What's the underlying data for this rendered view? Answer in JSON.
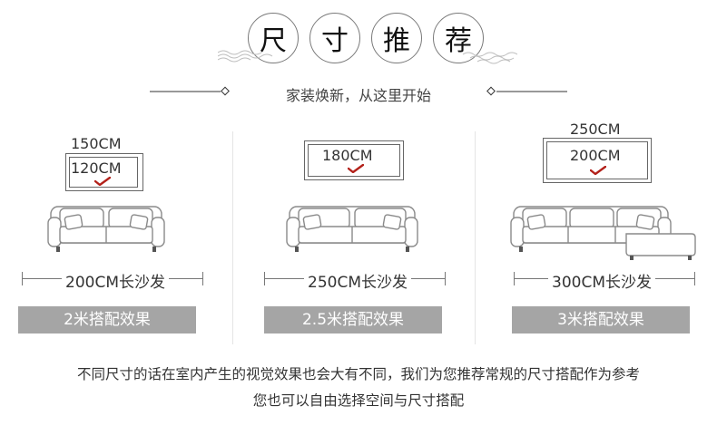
{
  "header": {
    "title_chars": [
      "尺",
      "寸",
      "推",
      "荐"
    ],
    "subtitle": "家装焕新，从这里开始"
  },
  "columns": [
    {
      "outer_size": "150CM",
      "inner_size": "120CM",
      "sofa_length": "200CM长沙发",
      "effect_label": "2米搭配效果"
    },
    {
      "outer_size": "",
      "inner_size": "180CM",
      "sofa_length": "250CM长沙发",
      "effect_label": "2.5米搭配效果"
    },
    {
      "outer_size": "250CM",
      "inner_size": "200CM",
      "sofa_length": "300CM长沙发",
      "effect_label": "3米搭配效果"
    }
  ],
  "footer": {
    "line1": "不同尺寸的话在室内产生的视觉效果也会大有不同，我们为您推荐常规的尺寸搭配作为参考",
    "line2": "您也可以自由选择空间与尺寸搭配"
  },
  "colors": {
    "check": "#b3211a",
    "button_bg": "#a5a5a5",
    "line": "#666666"
  }
}
